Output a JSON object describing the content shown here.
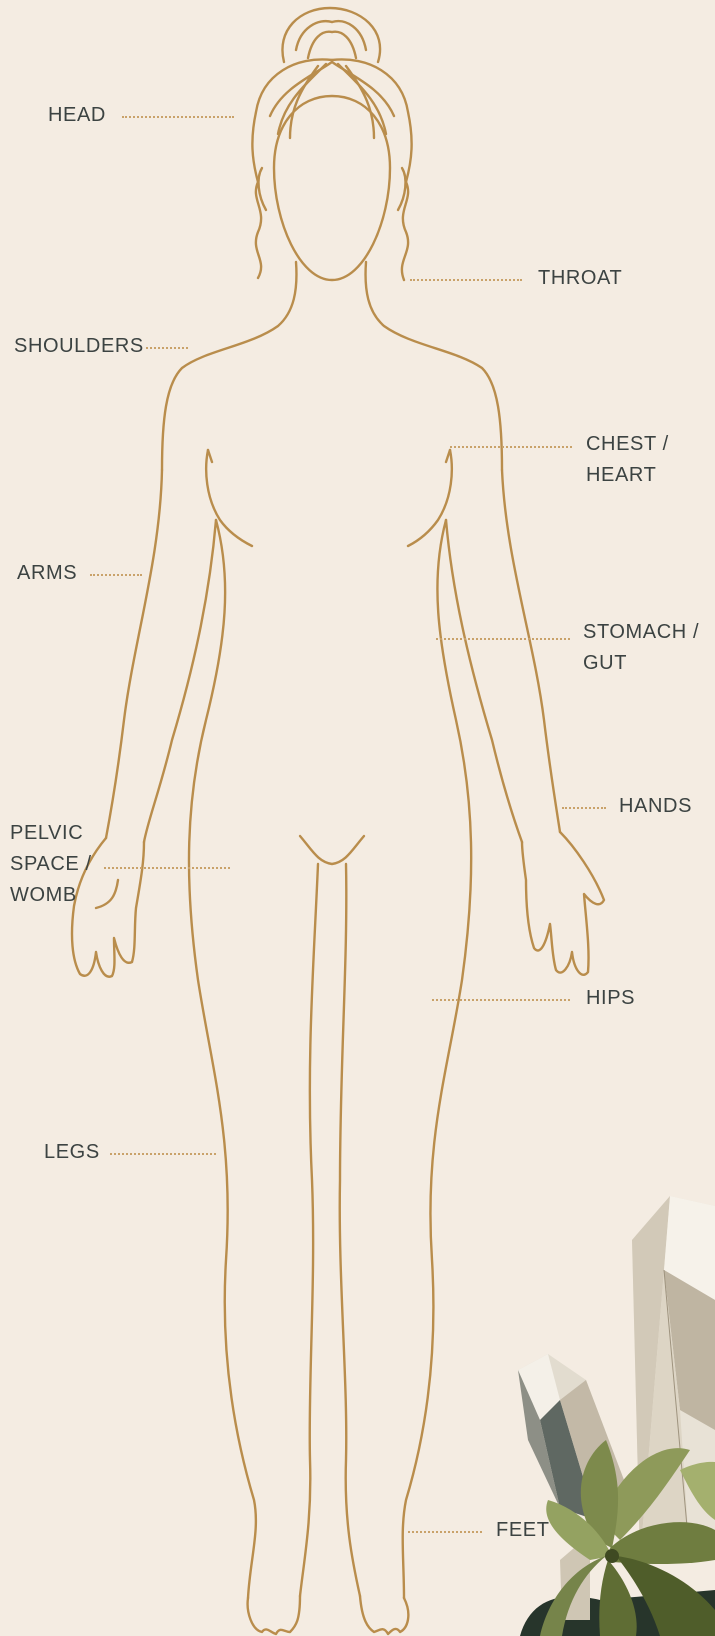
{
  "colors": {
    "background": "#f4ece2",
    "outline": "#b98d4c",
    "leader": "#c9a26a",
    "text": "#3c4342"
  },
  "labels": {
    "head": "HEAD",
    "throat": "THROAT",
    "shoulders": "SHOULDERS",
    "chest_line1": "CHEST /",
    "chest_line2": "HEART",
    "arms": "ARMS",
    "stomach_line1": "STOMACH /",
    "stomach_line2": "GUT",
    "hands": "HANDS",
    "pelvic_line1": "PELVIC",
    "pelvic_line2": "SPACE /",
    "pelvic_line3": "WOMB",
    "hips": "HIPS",
    "legs": "LEGS",
    "feet": "FEET"
  },
  "decorations": {
    "corner_art": "quartz-crystals-with-green-succulent"
  }
}
